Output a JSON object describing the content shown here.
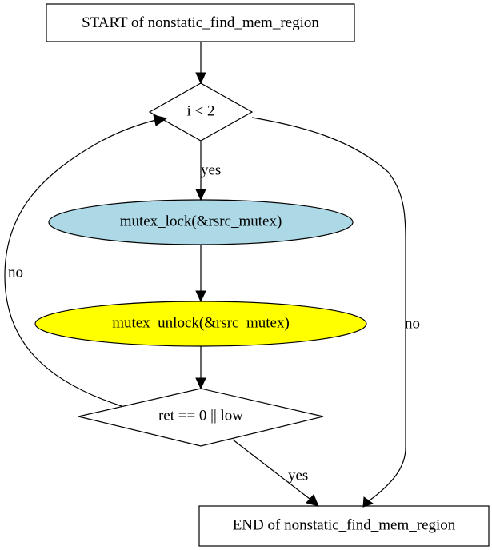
{
  "nodes": {
    "start": {
      "label": "START of nonstatic_find_mem_region"
    },
    "loop_cond": {
      "label": "i < 2"
    },
    "lock": {
      "label": "mutex_lock(&rsrc_mutex)",
      "fill": "#add8e6"
    },
    "unlock": {
      "label": "mutex_unlock(&rsrc_mutex)",
      "fill": "#ffff00"
    },
    "ret_cond": {
      "label": "ret == 0 || low"
    },
    "end": {
      "label": "END of nonstatic_find_mem_region"
    }
  },
  "edges": {
    "loop_yes": {
      "label": "yes"
    },
    "loop_no": {
      "label": "no"
    },
    "ret_no": {
      "label": "no"
    },
    "ret_yes": {
      "label": "yes"
    }
  }
}
